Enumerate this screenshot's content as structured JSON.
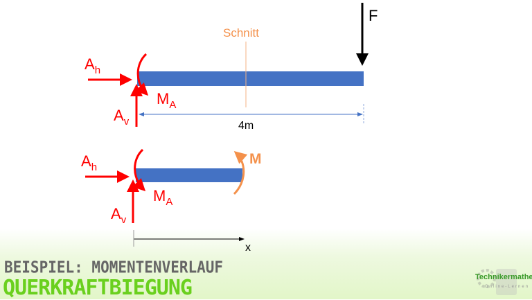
{
  "diagram": {
    "top": {
      "label_schnitt": "Schnitt",
      "label_F": "F",
      "label_Ah": "A",
      "label_Ah_sub": "h",
      "label_Av": "A",
      "label_Av_sub": "v",
      "label_MA": "M",
      "label_MA_sub": "A",
      "dimension": "4m"
    },
    "bottom": {
      "label_Ah": "A",
      "label_Ah_sub": "h",
      "label_Av": "A",
      "label_Av_sub": "v",
      "label_MA": "M",
      "label_MA_sub": "A",
      "label_M": "M",
      "axis_label": "x"
    }
  },
  "colors": {
    "beam": "#4472c4",
    "reaction": "#ff0000",
    "cut": "#f4914b",
    "force": "#000000",
    "dimension": "#4472c4"
  },
  "footer": {
    "subtitle": "BEISPIEL: MOMENTENVERLAUF",
    "title": "QUERKRAFTBIEGUNG",
    "logo_text": "Technikermathe.de",
    "logo_sub": "Online-Lernen"
  }
}
